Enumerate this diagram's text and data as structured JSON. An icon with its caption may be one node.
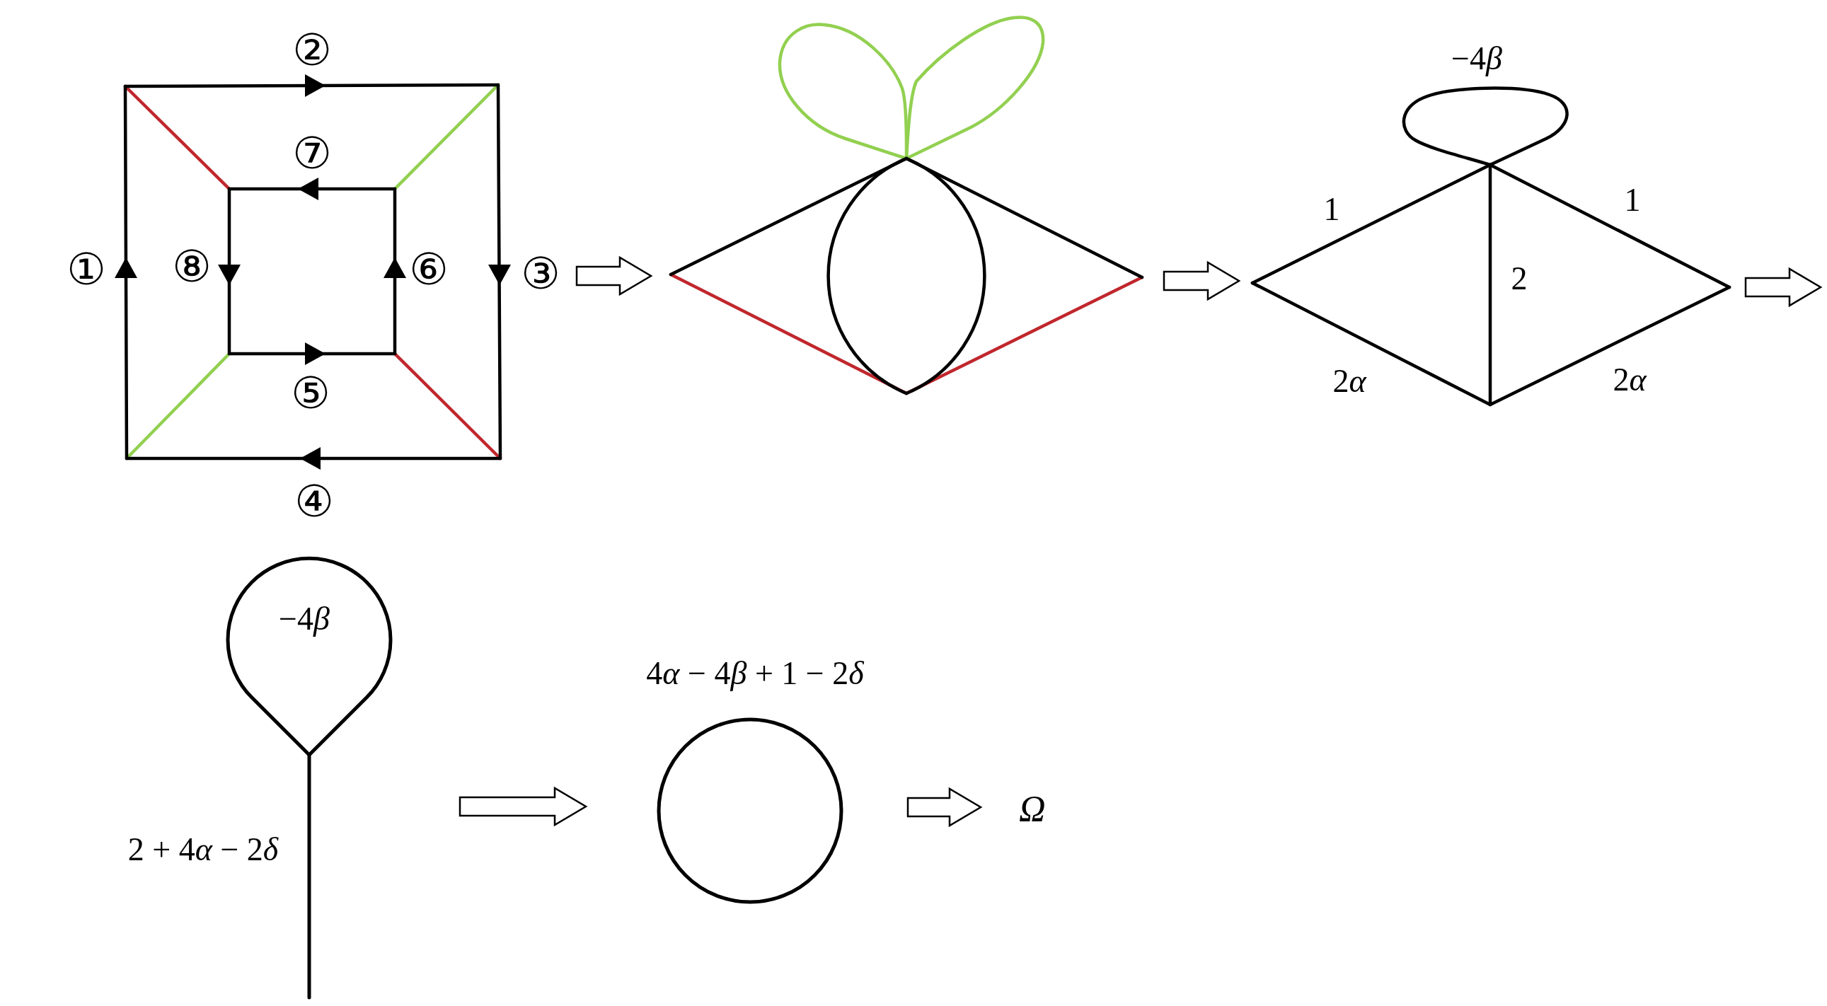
{
  "diagram": {
    "nodes": [
      {
        "text": [
          "②",
          "⑦",
          "①",
          "⑧",
          "⑥",
          "③",
          "⑤",
          "④"
        ]
      },
      {
        "text": [],
        "shape": "picture"
      },
      {
        "text": [
          "−4β",
          "1",
          "1",
          "2",
          "2α",
          "2α"
        ]
      },
      {
        "text": [
          "−4β",
          "2 + 4α − 2δ"
        ]
      },
      {
        "text": [
          "4α − 4β + 1 − 2δ"
        ]
      },
      {
        "text": [
          "Ω"
        ]
      }
    ],
    "edges": [
      {
        "from": 0,
        "to": 1,
        "arrow": "to"
      },
      {
        "from": 1,
        "to": 2,
        "arrow": "to"
      },
      {
        "from": 2,
        "to": null,
        "arrow": "to"
      },
      {
        "from": 3,
        "to": 4,
        "arrow": "to"
      },
      {
        "from": 4,
        "to": 5,
        "arrow": "to"
      }
    ]
  }
}
